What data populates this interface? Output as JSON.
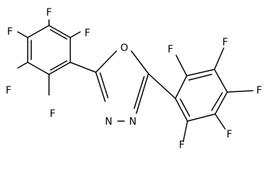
{
  "molecule": {
    "atoms": [
      {
        "id": "O1",
        "symbol": "O"
      },
      {
        "id": "N3",
        "symbol": "N"
      },
      {
        "id": "N4",
        "symbol": "N"
      },
      {
        "id": "F1",
        "symbol": "F"
      },
      {
        "id": "F2",
        "symbol": "F"
      },
      {
        "id": "F3",
        "symbol": "F"
      },
      {
        "id": "F4",
        "symbol": "F"
      },
      {
        "id": "F5",
        "symbol": "F"
      },
      {
        "id": "F6",
        "symbol": "F"
      },
      {
        "id": "F7",
        "symbol": "F"
      },
      {
        "id": "F8",
        "symbol": "F"
      },
      {
        "id": "F9",
        "symbol": "F"
      },
      {
        "id": "F10",
        "symbol": "F"
      }
    ]
  }
}
